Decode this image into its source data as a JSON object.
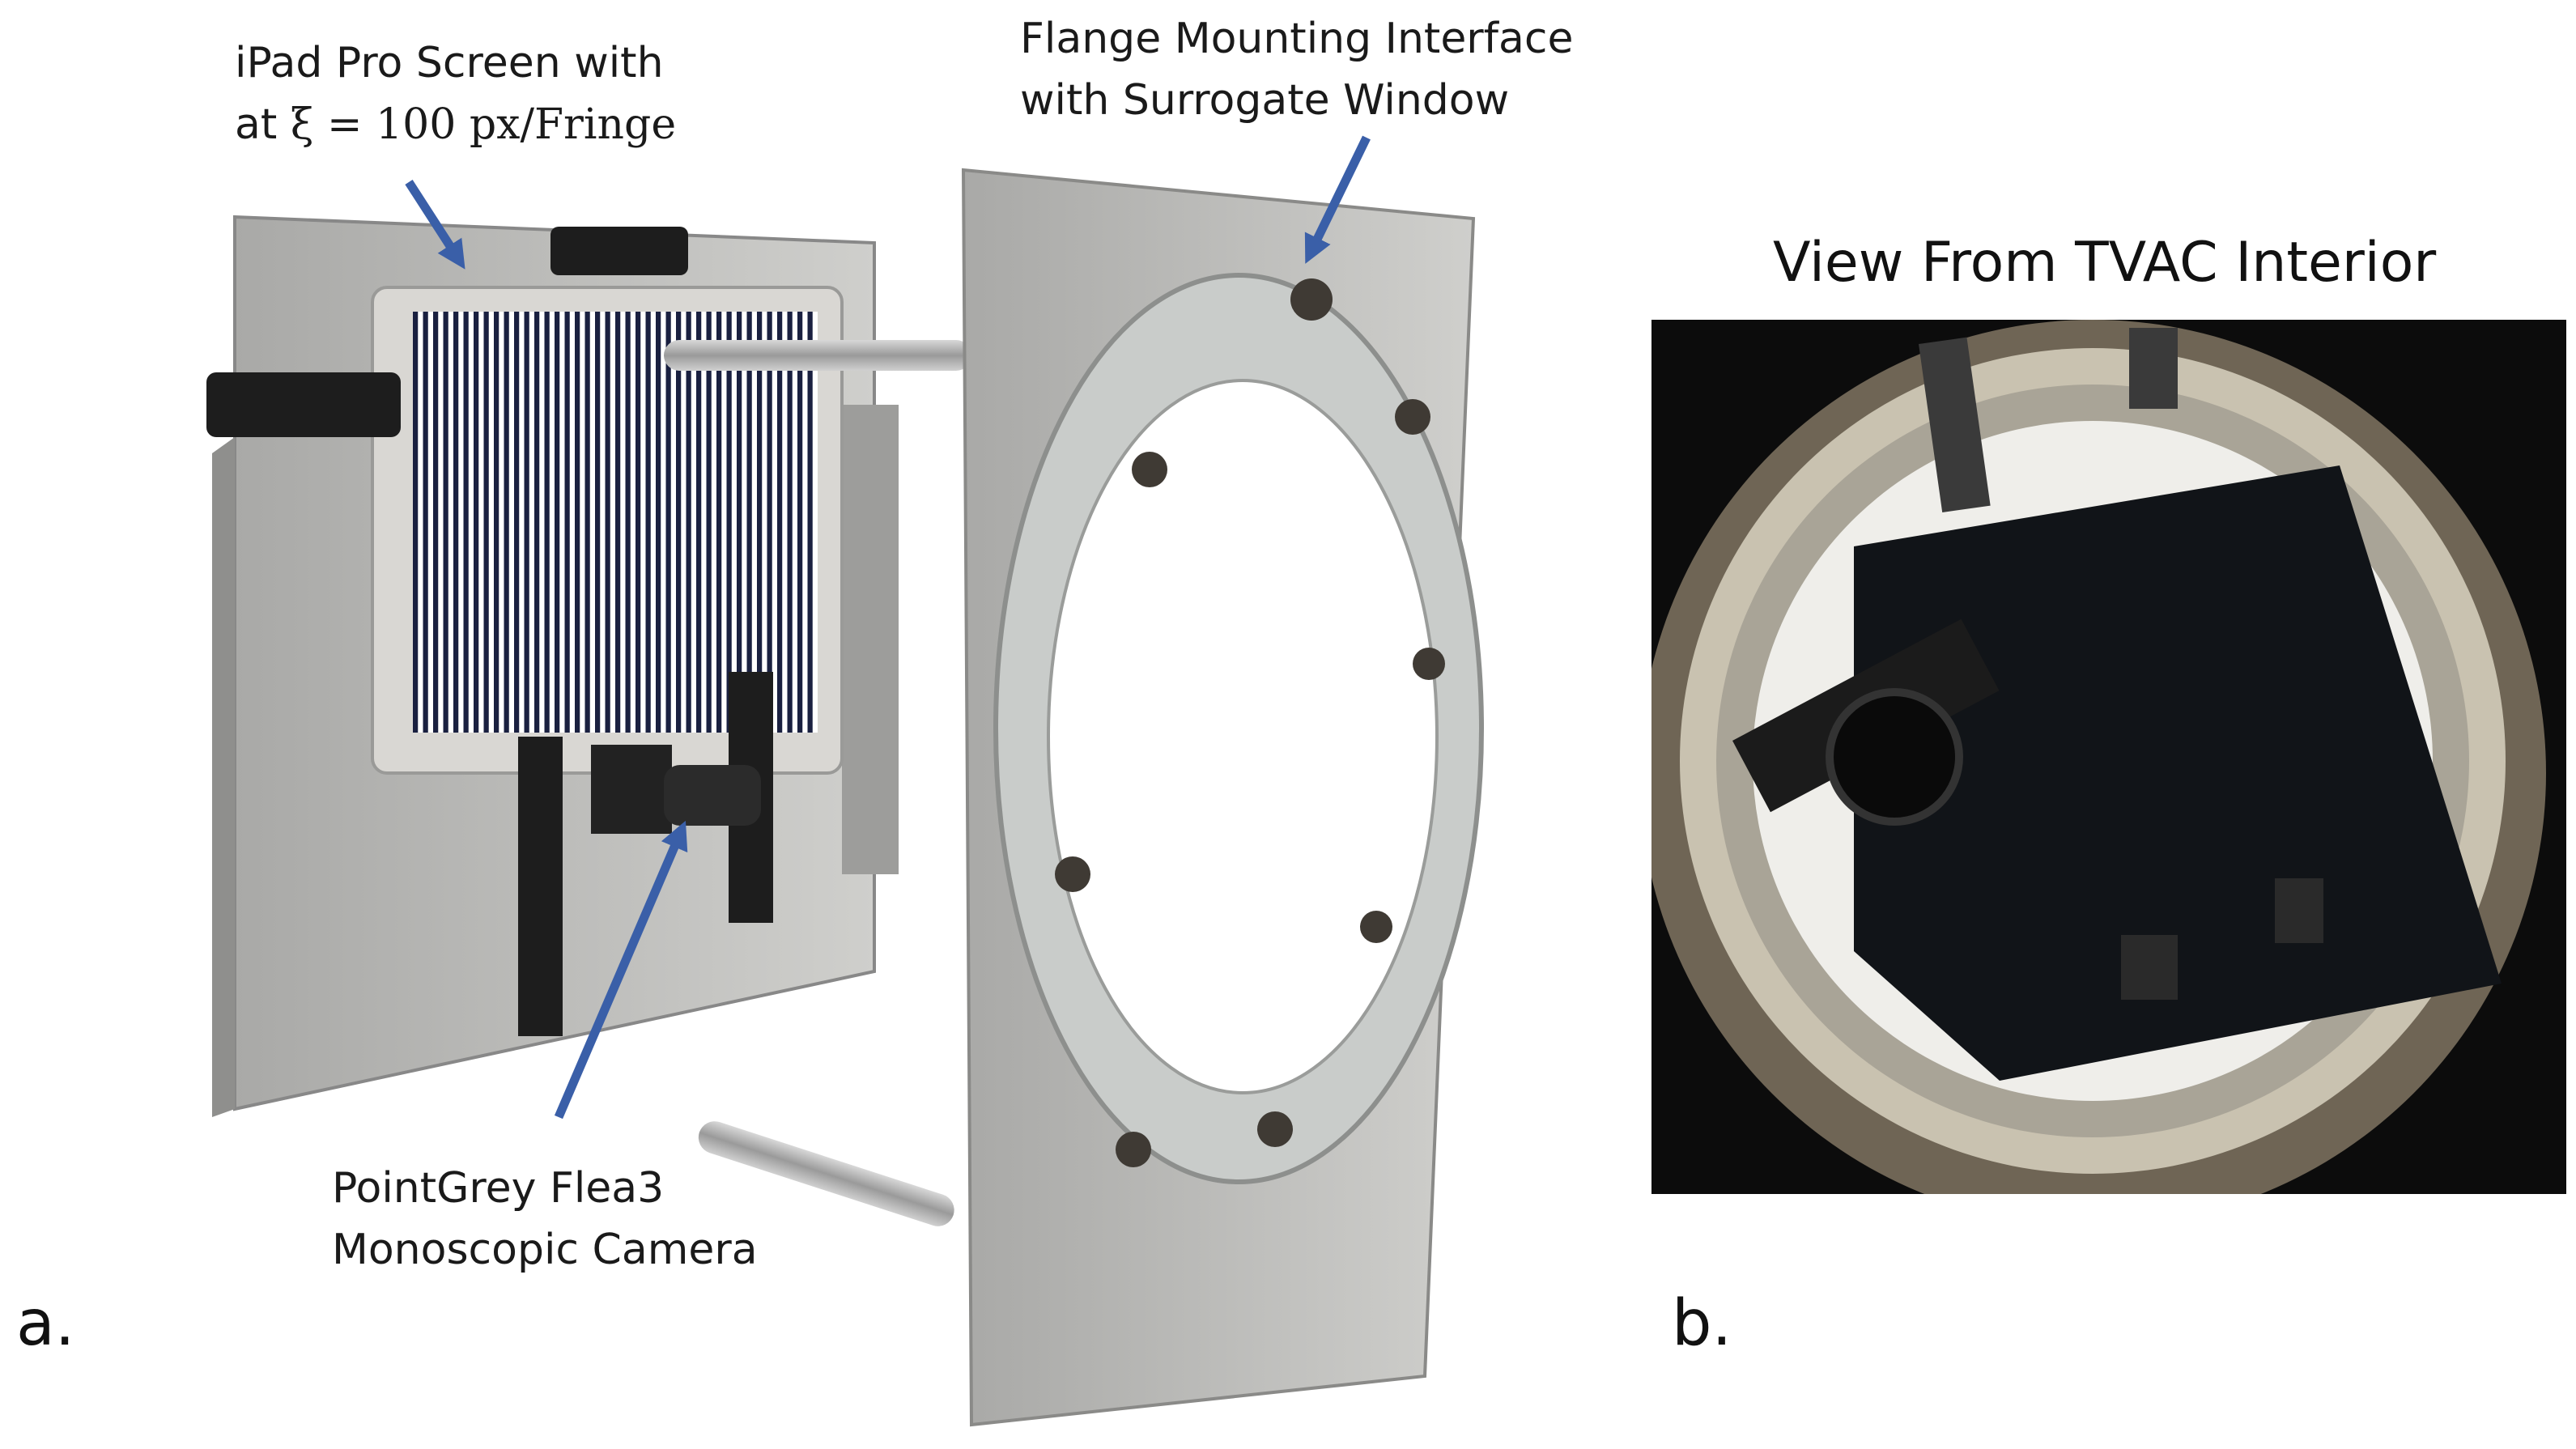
{
  "panel_a": {
    "label": "a.",
    "callouts": {
      "ipad": {
        "line1": "iPad Pro Screen with",
        "line2_prefix": "at ",
        "line2_math": "ξ = 100 px/Fringe"
      },
      "flange": {
        "line1": "Flange Mounting Interface",
        "line2": "with Surrogate Window"
      },
      "camera": {
        "line1": "PointGrey Flea3",
        "line2": "Monoscopic Camera"
      }
    }
  },
  "panel_b": {
    "label": "b.",
    "title": "View From TVAC Interior"
  },
  "colors": {
    "arrow": "#3a5fa8",
    "plate": "#b4b4b2",
    "screen": "#1a2040",
    "window": "#ffffff"
  }
}
